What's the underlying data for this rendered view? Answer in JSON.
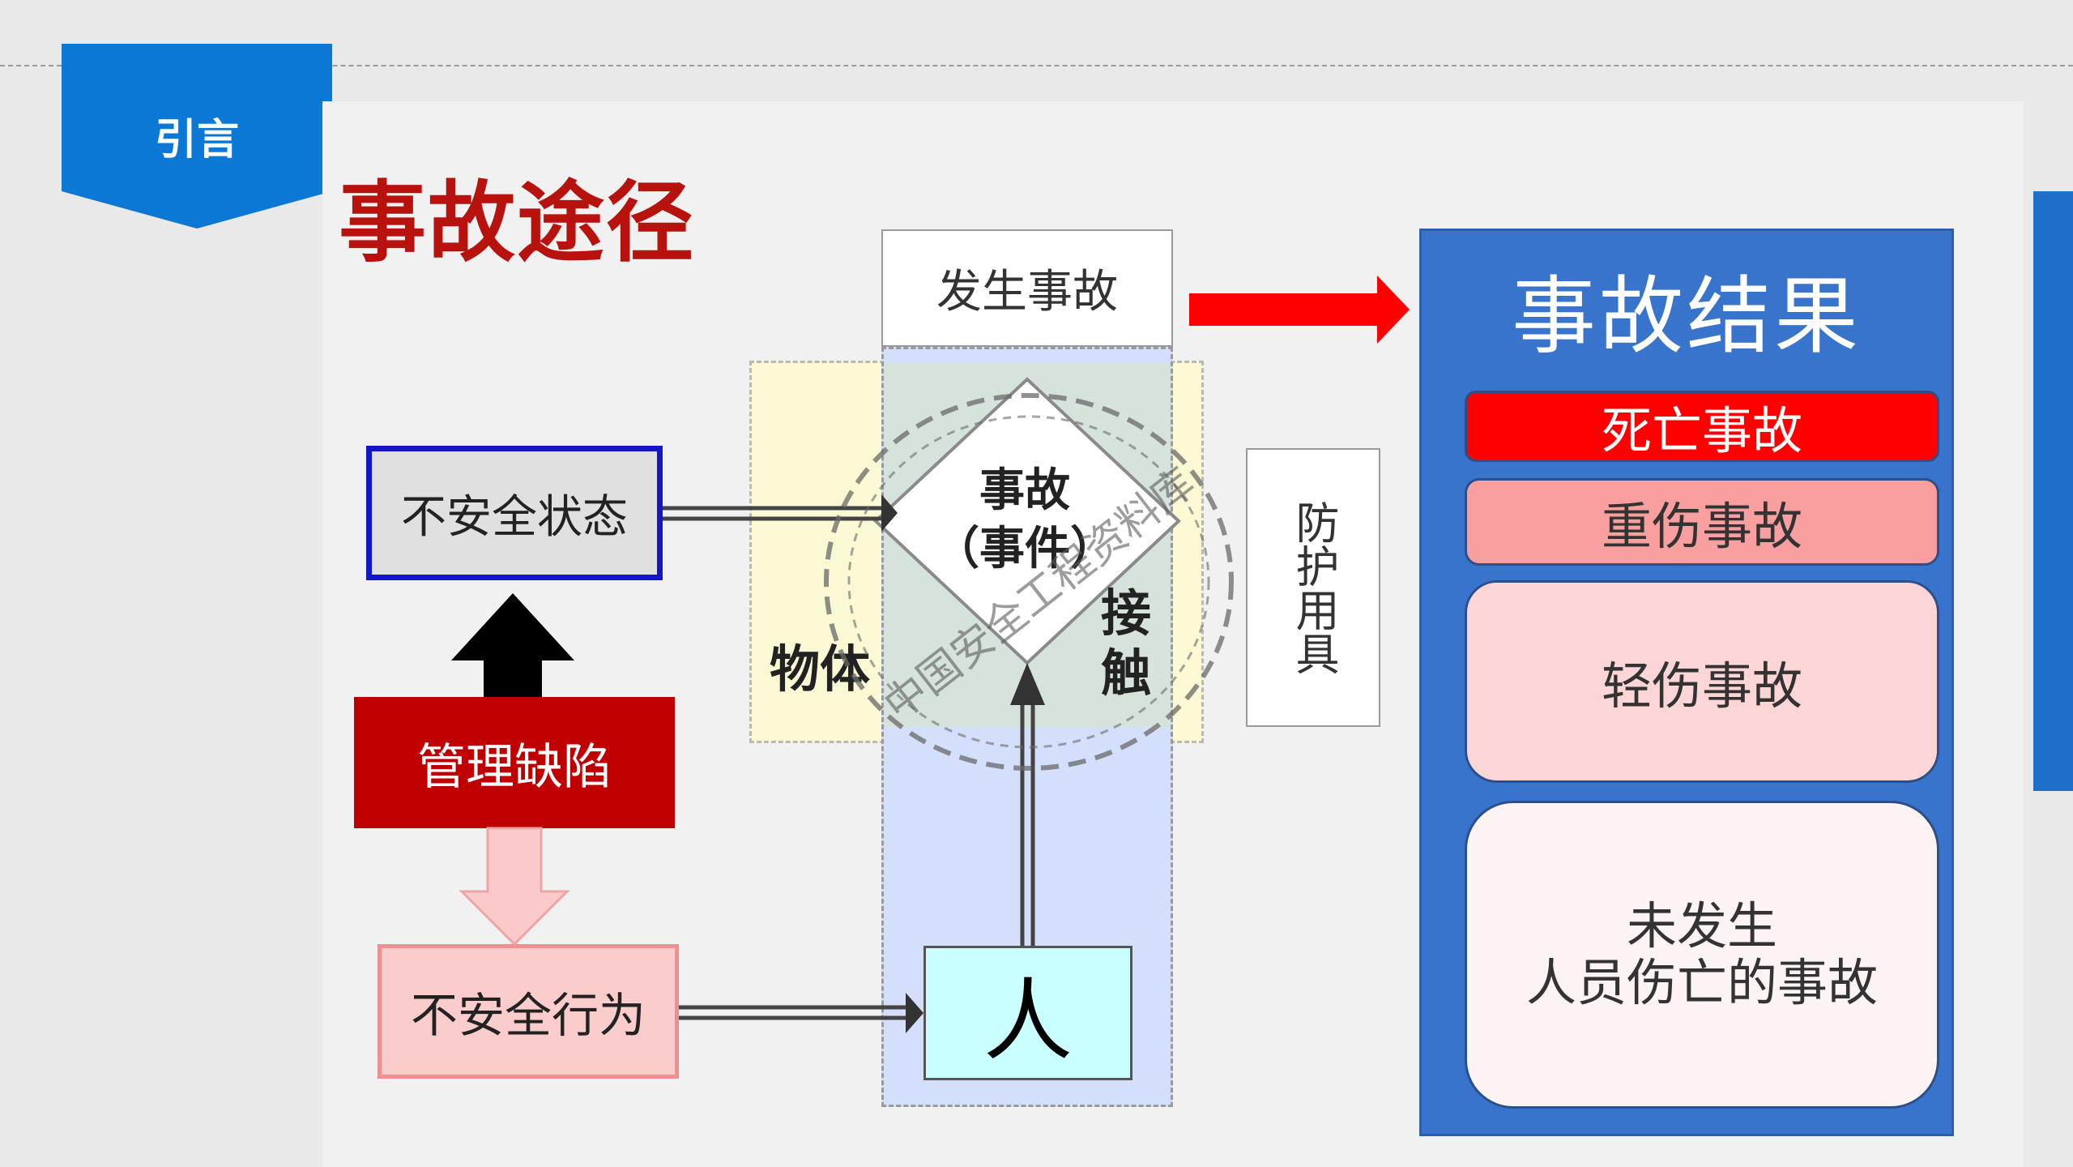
{
  "header": {
    "section_label": "引言"
  },
  "slide": {
    "title": "事故途径",
    "occur_label": "发生事故",
    "unsafe_state": "不安全状态",
    "management_defect": "管理缺陷",
    "unsafe_act": "不安全行为",
    "accident_line1": "事故",
    "accident_line2": "（事件）",
    "object_label": "物体",
    "contact_label": "接触",
    "person_label": "人",
    "ppe_label": "防护用具"
  },
  "results": {
    "title": "事故结果",
    "items": [
      "死亡事故",
      "重伤事故",
      "轻伤事故"
    ],
    "no_casualty_line1": "未发生",
    "no_casualty_line2": "人员伤亡的事故"
  },
  "watermark": {
    "text": "中国安全工程资料库"
  },
  "colors": {
    "banner_blue": "#0a78d4",
    "title_red": "#b8120e",
    "panel_blue": "#3873cc",
    "mgmt_red": "#c00000",
    "death_red": "#ff0000"
  }
}
